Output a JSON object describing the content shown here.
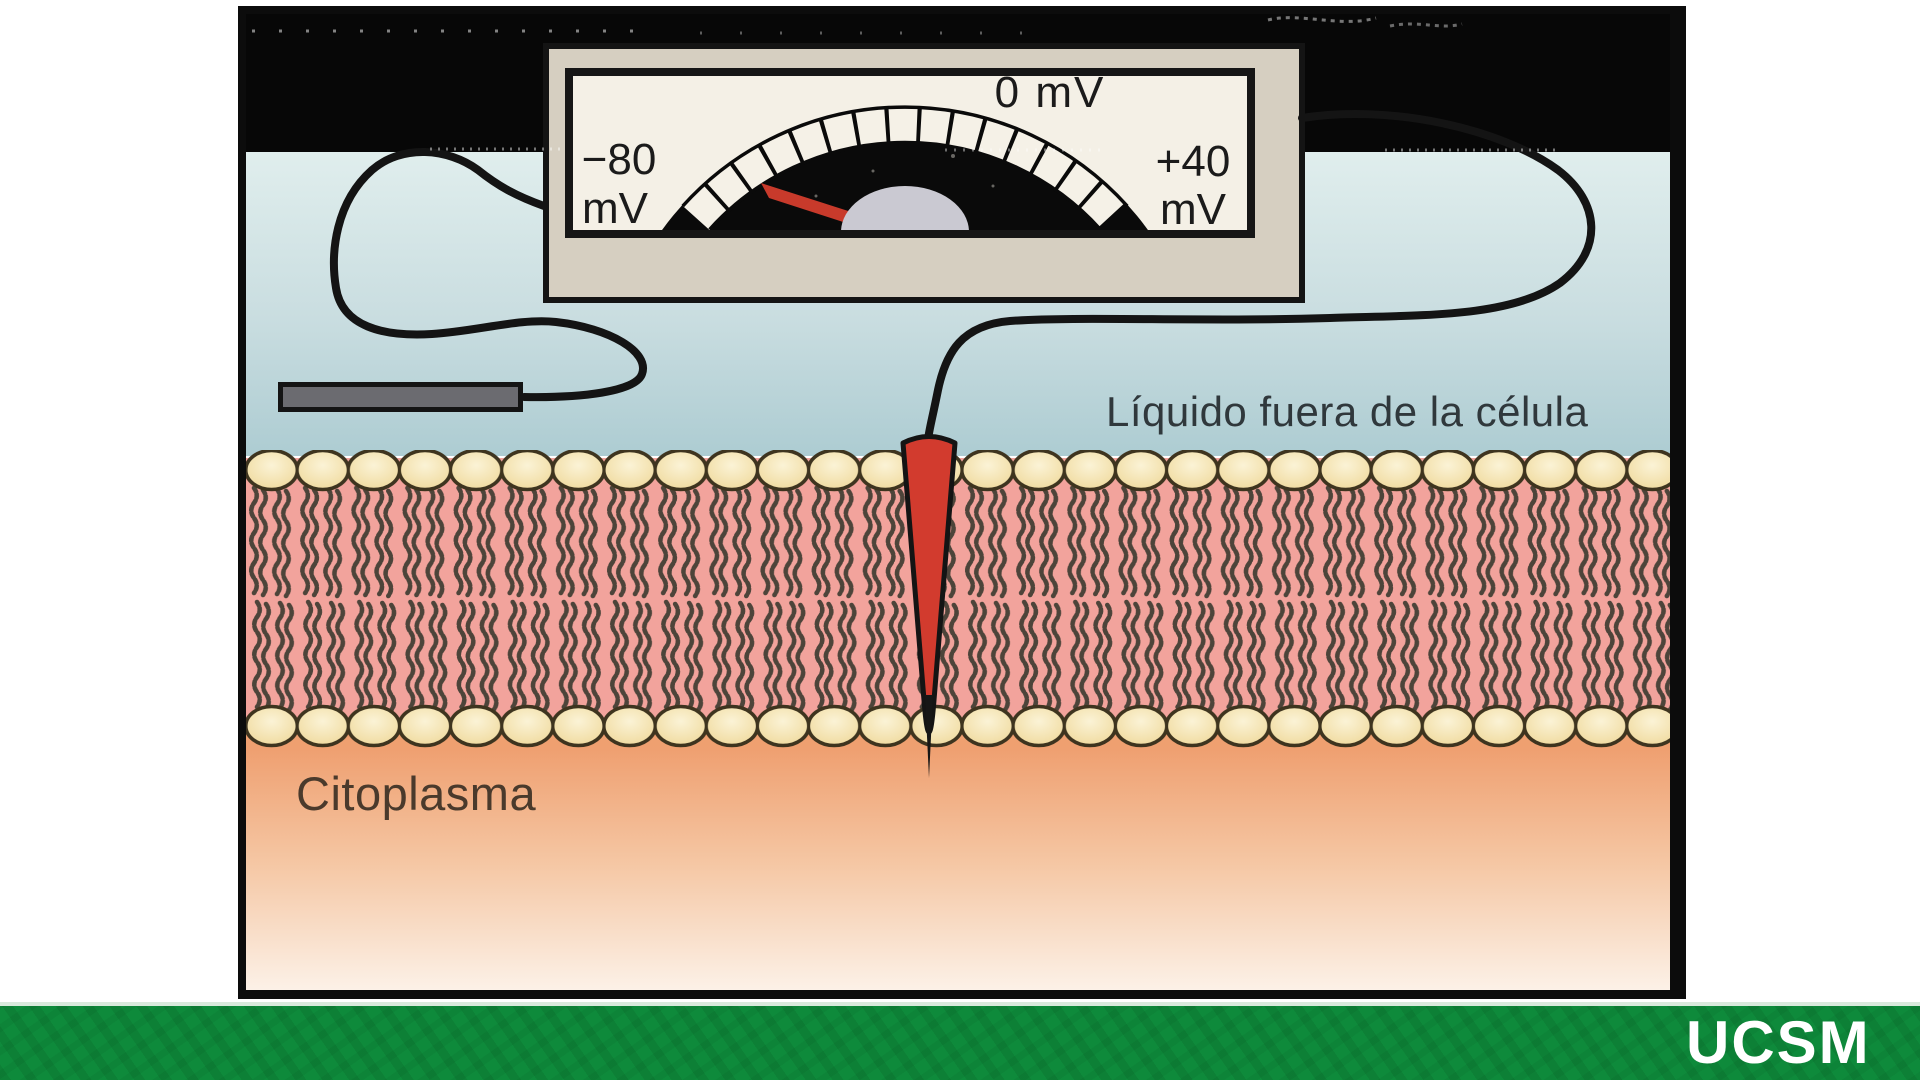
{
  "diagram": {
    "voltmeter": {
      "scale_top": "0 mV",
      "scale_left_value": "−80",
      "scale_left_unit": "mV",
      "scale_right_value": "+40",
      "scale_right_unit": "mV",
      "needle_description": "red needle pointing between −80 mV and 0 mV"
    },
    "labels": {
      "extracellular_fluid": "Líquido fuera de la célula",
      "cytoplasm": "Citoplasma"
    },
    "colors": {
      "extracellular_fluid_top": "#dcecec",
      "extracellular_fluid_bottom": "#adccd2",
      "membrane_interior": "#f2a39c",
      "lipid_head": "#f2dfa9",
      "cytoplasm_top": "#efa071",
      "cytoplasm_bottom": "#fcf1e7",
      "voltmeter_body": "#d6cfc1",
      "voltmeter_face": "#f4f0e6",
      "needle": "#c83a2b",
      "micropipette": "#d23b2e",
      "wire": "#141414",
      "footer_bar": "#0e8a3b"
    }
  },
  "footer": {
    "logo_text": "UCSM"
  }
}
